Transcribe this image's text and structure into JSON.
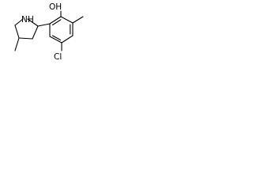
{
  "structure": {
    "atoms": {
      "nh": "N",
      "nh_h": "H",
      "oh": "OH",
      "cl": "Cl"
    }
  }
}
